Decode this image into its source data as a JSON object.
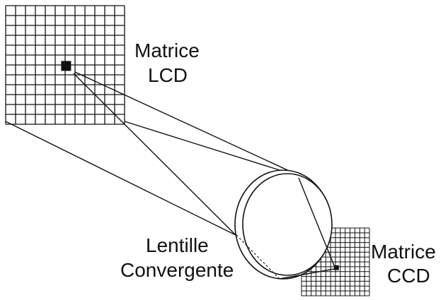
{
  "labels": {
    "lcd_line1": "Matrice",
    "lcd_line2": "LCD",
    "lens_line1": "Lentille",
    "lens_line2": "Convergente",
    "ccd_line1": "Matrice",
    "ccd_line2": "CCD"
  },
  "lcd_grid": {
    "cells": 12,
    "highlight_cell": [
      6,
      5
    ]
  },
  "ccd_grid": {
    "cells": 14,
    "highlight_cell": [
      8,
      9
    ]
  },
  "colors": {
    "ink": "#111111",
    "background": "#ffffff"
  }
}
